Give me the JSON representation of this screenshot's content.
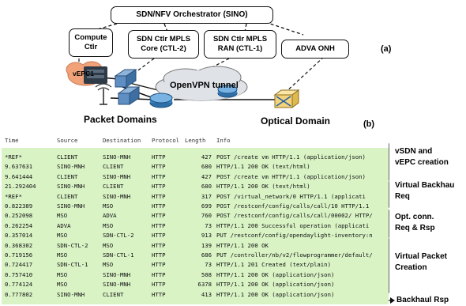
{
  "diagram": {
    "orchestrator": "SDN/NFV Orchestrator (SINO)",
    "compute_ctlr": "Compute Ctlr",
    "ctlr_core": "SDN Ctlr MPLS Core (CTL-2)",
    "ctlr_ran": "SDN Ctlr MPLS RAN (CTL-1)",
    "adva_onh": "ADVA ONH",
    "vepc": "vEPC1",
    "tunnel": "OpenVPN tunnel",
    "packet_domains": "Packet Domains",
    "optical_domain": "Optical Domain",
    "label_a": "(a)",
    "label_b": "(b)"
  },
  "table": {
    "headers": [
      "Time",
      "Source",
      "Destination",
      "Protocol",
      "Length",
      "Info"
    ],
    "rows": [
      [
        "*REF*",
        "CLIENT",
        "SINO-MNH",
        "HTTP",
        "427",
        "POST /create vm HTTP/1.1  (application/json)"
      ],
      [
        "9.637631",
        "SINO-MNH",
        "CLIENT",
        "HTTP",
        "680",
        "HTTP/1.1 200 OK  (text/html)"
      ],
      [
        "9.641444",
        "CLIENT",
        "SINO-MNH",
        "HTTP",
        "427",
        "POST /create vm HTTP/1.1  (application/json)"
      ],
      [
        "21.292404",
        "SINO-MNH",
        "CLIENT",
        "HTTP",
        "680",
        "HTTP/1.1 200 OK  (text/html)"
      ],
      [
        "*REF*",
        "CLIENT",
        "SINO-MNH",
        "HTTP",
        "317",
        "POST /virtual_network/0 HTTP/1.1  (applicati"
      ],
      [
        "0.822389",
        "SINO-MNH",
        "MSO",
        "HTTP",
        "699",
        "POST /restconf/config/calls/call/10 HTTP/1.1"
      ],
      [
        "0.252098",
        "MSO",
        "ADVA",
        "HTTP",
        "760",
        "POST /restconf/config/calls/call/00002/ HTTP/"
      ],
      [
        "0.262254",
        "ADVA",
        "MSO",
        "HTTP",
        "73",
        "HTTP/1.1 200 Successful operation  (applicati"
      ],
      [
        "0.357014",
        "MSO",
        "SDN-CTL-2",
        "HTTP",
        "913",
        "PUT /restconf/config/opendaylight-inventory:n"
      ],
      [
        "0.368302",
        "SDN-CTL-2",
        "MSO",
        "HTTP",
        "139",
        "HTTP/1.1 200 OK"
      ],
      [
        "0.719156",
        "MSO",
        "SDN-CTL-1",
        "HTTP",
        "686",
        "PUT /controller/nb/v2/flowprogrammer/default/"
      ],
      [
        "0.724417",
        "SDN-CTL-1",
        "MSO",
        "HTTP",
        "73",
        "HTTP/1.1 201 Created  (text/plain)"
      ],
      [
        "0.757410",
        "MSO",
        "SINO-MNH",
        "HTTP",
        "508",
        "HTTP/1.1 200 OK  (application/json)"
      ],
      [
        "0.774124",
        "MSO",
        "SINO-MNH",
        "HTTP",
        "6378",
        "HTTP/1.1 200 OK  (application/json)"
      ],
      [
        "0.777802",
        "SINO-MNH",
        "CLIENT",
        "HTTP",
        "413",
        "HTTP/1.1 200 OK  (application/json)"
      ]
    ]
  },
  "groups": {
    "vsdn_line1": "vSDN and",
    "vsdn_line2": "vEPC creation",
    "vbh_line1": "Virtual Backhau",
    "vbh_line2": "Req",
    "opt_line1": "Opt. conn.",
    "opt_line2": "Req & Rsp",
    "vp_line1": "Virtual Packet",
    "vp_line2": "Creation",
    "bh_rsp": "Backhaul Rsp"
  }
}
